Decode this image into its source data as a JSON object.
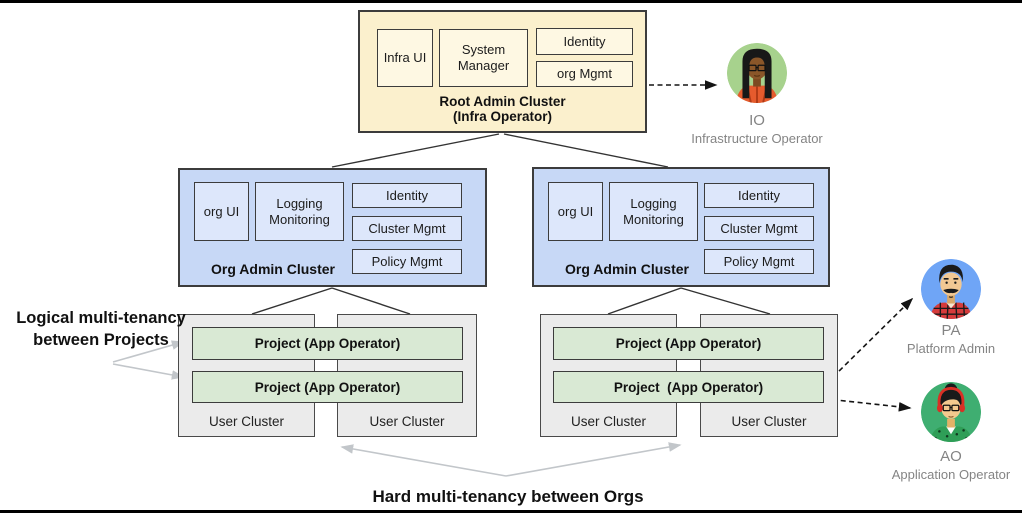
{
  "root_cluster": {
    "components": {
      "infra_ui": "Infra UI",
      "system_manager": "System Manager",
      "identity": "Identity",
      "org_mgmt": "org Mgmt"
    },
    "title_line1": "Root Admin Cluster",
    "title_line2": "(Infra Operator)"
  },
  "org_cluster": {
    "components": {
      "org_ui": "org UI",
      "logging_monitoring": "Logging Monitoring",
      "identity": "Identity",
      "cluster_mgmt": "Cluster Mgmt",
      "policy_mgmt": "Policy Mgmt"
    },
    "title": "Org Admin Cluster"
  },
  "user_groups": [
    {
      "projects": [
        "Project (App Operator)",
        "Project (App Operator)"
      ],
      "cluster_labels": [
        "User Cluster",
        "User Cluster"
      ]
    },
    {
      "projects": [
        "Project (App Operator)",
        "Project  (App Operator)"
      ],
      "cluster_labels": [
        "User Cluster",
        "User Cluster"
      ]
    }
  ],
  "actors": {
    "io": {
      "id": "IO",
      "role": "Infrastructure Operator",
      "circle_color": "#A7D28D"
    },
    "pa": {
      "id": "PA",
      "role": "Platform Admin",
      "circle_color": "#6FA5F6"
    },
    "ao": {
      "id": "AO",
      "role": "Application Operator",
      "circle_color": "#3FAE71"
    }
  },
  "annotations": {
    "left": "Logical multi-tenancy between Projects",
    "bottom": "Hard multi-tenancy between Orgs"
  },
  "colors": {
    "root_fill": "#FBF0CD",
    "root_inner_fill": "#FEF8E3",
    "org_fill": "#C7D8F6",
    "org_inner_fill": "#DDE7FB",
    "user_cluster_fill": "#EBEBEB",
    "project_fill": "#D9E9D4",
    "box_border": "#3C3C3C",
    "connector_line": "#333333",
    "dashed_arrow": "#141414",
    "gray_arrow": "#C2C6CA",
    "actor_label_gray": "#848484",
    "edge_bar": "#000000"
  }
}
